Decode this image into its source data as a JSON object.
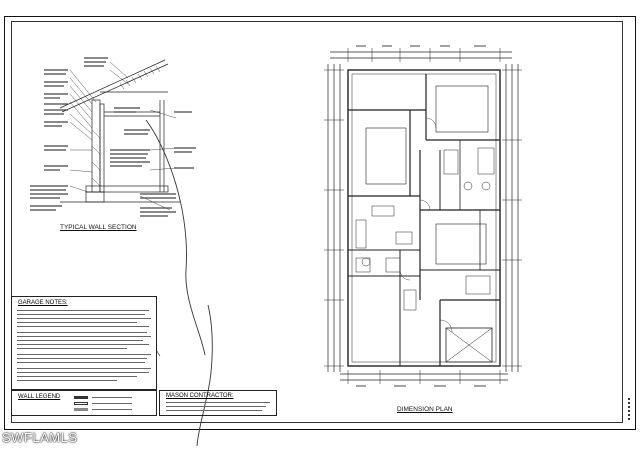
{
  "drawing": {
    "section_title": "TYPICAL WALL SECTION",
    "plan_title": "DIMENSION PLAN",
    "garage_notes_title": "GARAGE NOTES:",
    "wall_legend_title": "WALL LEGEND",
    "mason_contractor_title": "MASON CONTRACTOR:"
  },
  "watermark": "SWFLAMLS",
  "colors": {
    "line": "#222222",
    "paper": "#ffffff"
  }
}
